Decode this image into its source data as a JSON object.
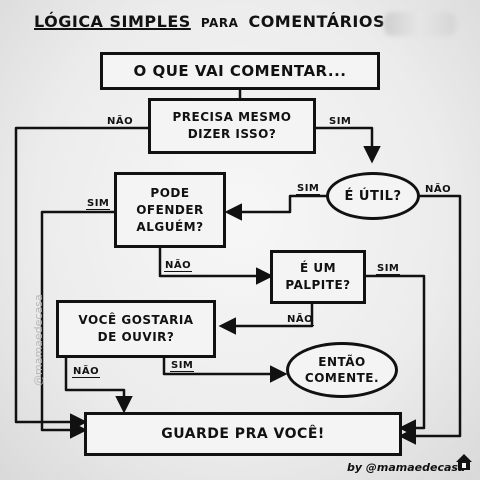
{
  "title": {
    "part1": "LÓGICA SIMPLES",
    "part2": "PARA",
    "part3": "COMENTÁRIOS"
  },
  "nodes": {
    "start": "O QUE VAI COMENTAR...",
    "q_precisa": [
      "PRECISA MESMO",
      "DIZER ISSO?"
    ],
    "q_util": "É ÚTIL?",
    "q_ofender": [
      "PODE",
      "OFENDER",
      "ALGUÉM?"
    ],
    "q_palpite": [
      "É UM",
      "PALPITE?"
    ],
    "q_gostaria": [
      "VOCÊ GOSTARIA",
      "DE OUVIR?"
    ],
    "comente": [
      "ENTÃO",
      "COMENTE."
    ],
    "guarde": "GUARDE PRA VOCÊ!"
  },
  "edge_labels": {
    "precisa_nao": "NÃO",
    "precisa_sim": "SIM",
    "util_sim": "SIM",
    "util_nao": "NÃO",
    "ofender_sim": "SIM",
    "ofender_nao": "NÃO",
    "palpite_sim": "SIM",
    "palpite_nao": "NÃO",
    "gostaria_nao": "NÃO",
    "gostaria_sim": "SIM"
  },
  "watermark": "@mamaedecasa",
  "credit": "by @mamaedecasa",
  "colors": {
    "ink": "#111111",
    "paper": "#f4f4f4",
    "background": "#ececec"
  },
  "icons": [
    "house-icon"
  ]
}
